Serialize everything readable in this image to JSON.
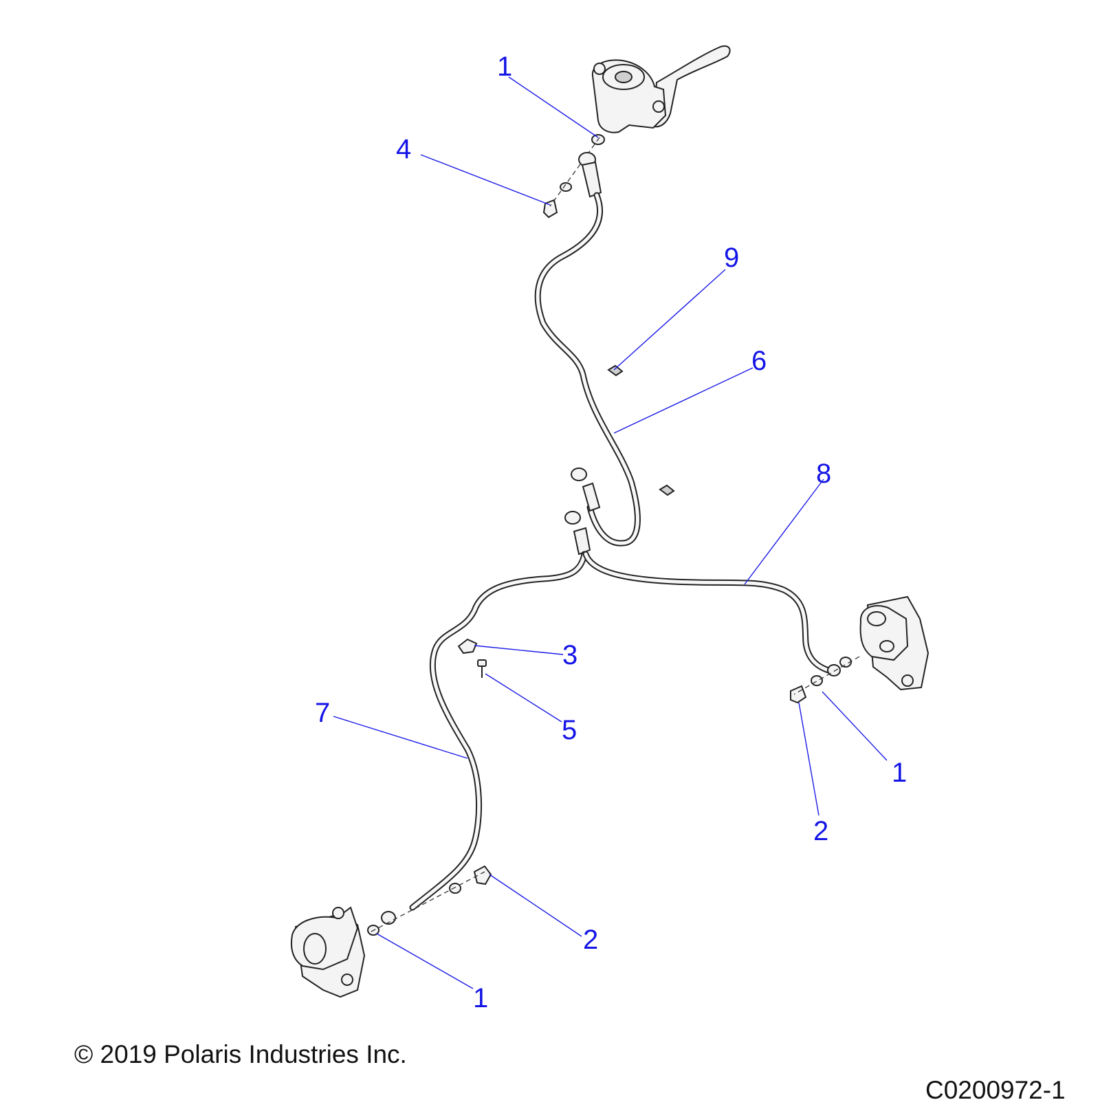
{
  "callouts": [
    {
      "id": "c1a",
      "text": "1"
    },
    {
      "id": "c4",
      "text": "4"
    },
    {
      "id": "c9",
      "text": "9"
    },
    {
      "id": "c6",
      "text": "6"
    },
    {
      "id": "c8",
      "text": "8"
    },
    {
      "id": "c3",
      "text": "3"
    },
    {
      "id": "c5",
      "text": "5"
    },
    {
      "id": "c7",
      "text": "7"
    },
    {
      "id": "c1b",
      "text": "1"
    },
    {
      "id": "c2a",
      "text": "2"
    },
    {
      "id": "c2b",
      "text": "2"
    },
    {
      "id": "c1c",
      "text": "1"
    }
  ],
  "footer": {
    "copyright": "© 2019 Polaris Industries Inc.",
    "figure_id": "C0200972-1"
  }
}
